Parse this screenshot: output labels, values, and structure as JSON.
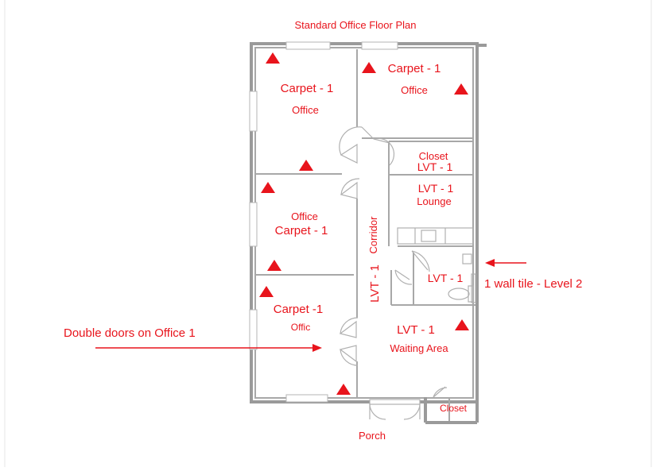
{
  "title": "Standard Office Floor Plan",
  "rooms": {
    "office_top_left": {
      "material": "Carpet - 1",
      "name": "Office"
    },
    "office_top_right": {
      "material": "Carpet - 1",
      "name": "Office"
    },
    "closet_top": {
      "name": "Closet",
      "material": "LVT - 1"
    },
    "lounge": {
      "material": "LVT - 1",
      "name": "Lounge"
    },
    "office_mid_left": {
      "name": "Office",
      "material": "Carpet - 1"
    },
    "corridor": {
      "name": "Corridor",
      "material": "LVT - 1"
    },
    "restroom": {
      "material": "LVT - 1"
    },
    "office_bottom_left": {
      "material": "Carpet -1",
      "name": "Offic"
    },
    "waiting_area": {
      "material": "LVT - 1",
      "name": "Waiting Area"
    },
    "closet_bottom": {
      "name": "Closet"
    },
    "porch": {
      "name": "Porch"
    }
  },
  "annotations": {
    "double_doors": "Double doors on Office 1",
    "wall_tile": "1 wall tile - Level 2"
  },
  "colors": {
    "label": "#e8141c",
    "wall": "#9a9a9a",
    "background": "#ffffff"
  }
}
